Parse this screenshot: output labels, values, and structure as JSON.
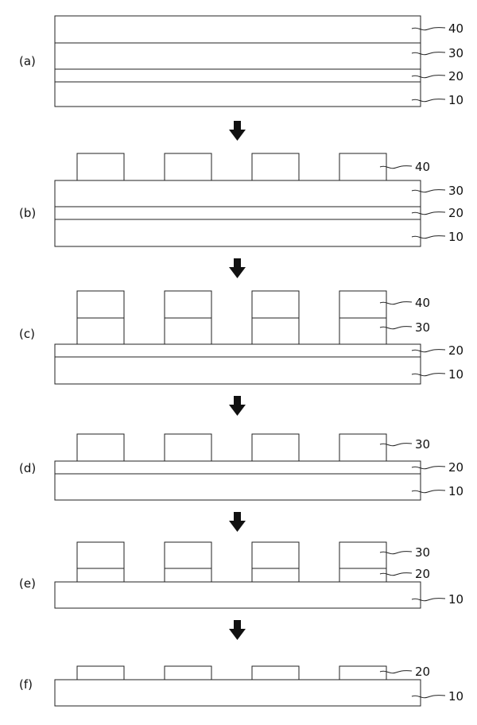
{
  "steps": [
    {
      "label": "(a)"
    },
    {
      "label": "(b)"
    },
    {
      "label": "(c)"
    },
    {
      "label": "(d)"
    },
    {
      "label": "(e)"
    },
    {
      "label": "(f)"
    }
  ],
  "refs": {
    "a": [
      "40",
      "30",
      "20",
      "10"
    ],
    "b": [
      "40",
      "30",
      "20",
      "10"
    ],
    "c": [
      "40",
      "30",
      "20",
      "10"
    ],
    "d": [
      "30",
      "20",
      "10"
    ],
    "e": [
      "30",
      "20",
      "10"
    ],
    "f": [
      "20",
      "10"
    ]
  }
}
